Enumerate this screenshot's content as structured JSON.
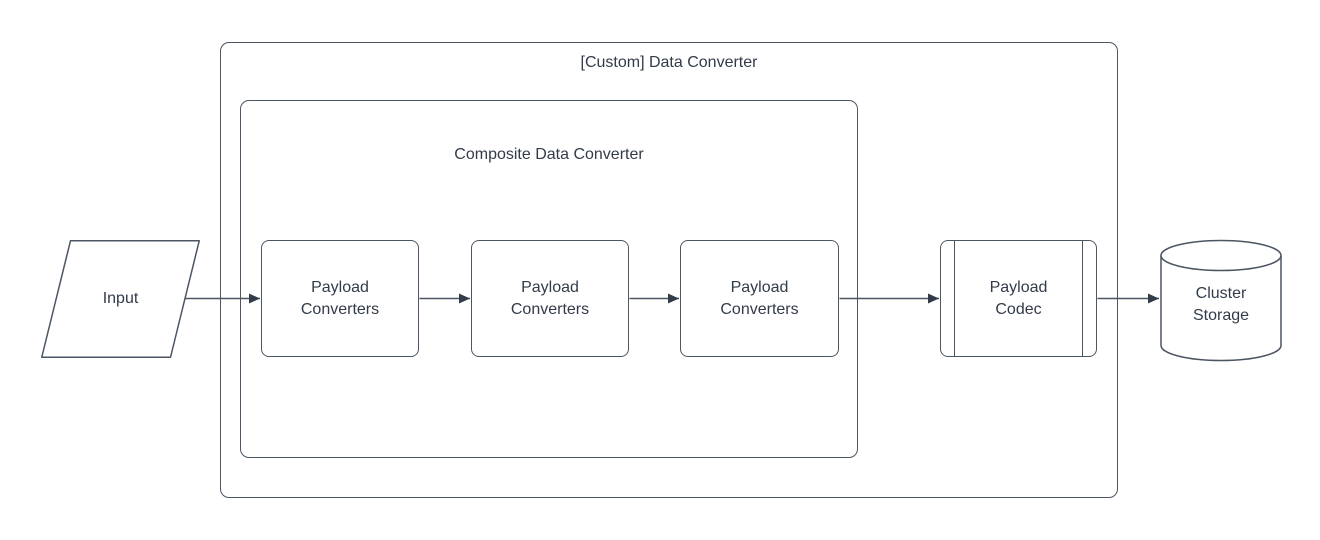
{
  "diagram": {
    "colors": {
      "stroke": "#4b5563",
      "text": "#323b49",
      "background": "#ffffff",
      "arrowhead": "#323b49"
    },
    "containers": {
      "outer": {
        "label": "[Custom] Data Converter"
      },
      "inner": {
        "label": "Composite Data Converter"
      }
    },
    "nodes": [
      {
        "id": "input",
        "shape": "parallelogram",
        "label": "Input"
      },
      {
        "id": "payload-converters-1",
        "shape": "rounded-rectangle",
        "label": "Payload Converters"
      },
      {
        "id": "payload-converters-2",
        "shape": "rounded-rectangle",
        "label": "Payload Converters"
      },
      {
        "id": "payload-converters-3",
        "shape": "rounded-rectangle",
        "label": "Payload Converters"
      },
      {
        "id": "payload-codec",
        "shape": "predefined-process",
        "label": "Payload Codec"
      },
      {
        "id": "cluster-storage",
        "shape": "cylinder",
        "label": "Cluster Storage"
      }
    ],
    "edges": [
      {
        "from": "input",
        "to": "payload-converters-1"
      },
      {
        "from": "payload-converters-1",
        "to": "payload-converters-2"
      },
      {
        "from": "payload-converters-2",
        "to": "payload-converters-3"
      },
      {
        "from": "payload-converters-3",
        "to": "payload-codec"
      },
      {
        "from": "payload-codec",
        "to": "cluster-storage"
      }
    ]
  }
}
